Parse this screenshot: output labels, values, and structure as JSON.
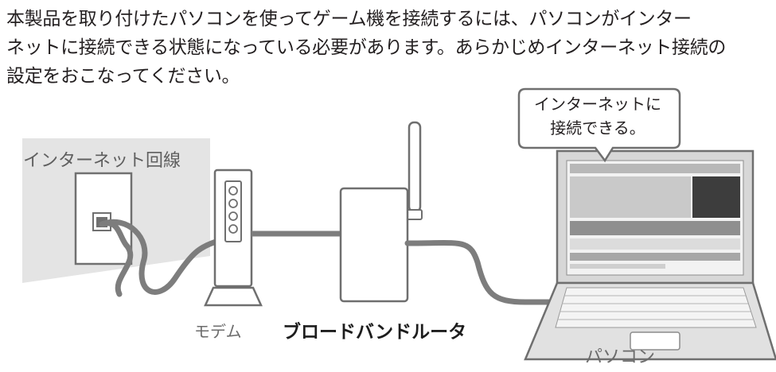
{
  "intro": {
    "lines": [
      "本製品を取り付けたパソコンを使ってゲーム機を接続するには、パソコンがインター",
      "ネットに接続できる状態になっている必要があります。あらかじめインターネット接続の",
      "設定をおこなってください。"
    ]
  },
  "diagram": {
    "internet_label": "インターネット回線",
    "modem_label": "モデム",
    "router_label": "ブロードバンドルータ",
    "pc_label": "パソコン",
    "bubble": {
      "line1": "インターネットに",
      "line2": "接続できる。"
    }
  },
  "colors": {
    "cable": "#7d7d7d",
    "wall_panel": "#e4e4e4",
    "device_stroke": "#6f6f6f",
    "laptop_body": "#d9d9d9"
  }
}
